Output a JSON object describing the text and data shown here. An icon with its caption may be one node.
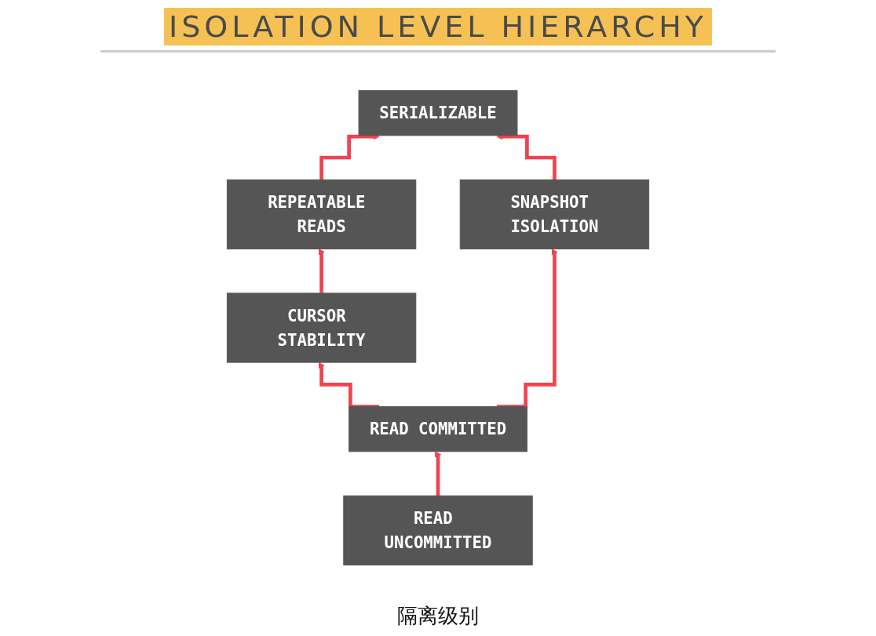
{
  "diagram": {
    "title": "ISOLATION LEVEL HIERARCHY",
    "caption": "隔离级别",
    "nodes": [
      {
        "text": [
          "SERIALIZABLE"
        ]
      },
      {
        "text": [
          "REPEATABLE READS"
        ]
      },
      {
        "text": [
          "SNAPSHOT ISOLATION"
        ]
      },
      {
        "text": [
          "CURSOR STABILITY"
        ]
      },
      {
        "text": [
          "READ COMMITTED"
        ]
      },
      {
        "text": [
          "READ UNCOMMITTED"
        ]
      }
    ],
    "edges": [
      {
        "from": 1,
        "to": 0,
        "arrow": "to"
      },
      {
        "from": 2,
        "to": 0,
        "arrow": "to"
      },
      {
        "from": 3,
        "to": 1,
        "arrow": "to"
      },
      {
        "from": 4,
        "to": 3,
        "arrow": "to"
      },
      {
        "from": 4,
        "to": 2,
        "arrow": "to"
      },
      {
        "from": 5,
        "to": 4,
        "arrow": "to"
      }
    ]
  }
}
